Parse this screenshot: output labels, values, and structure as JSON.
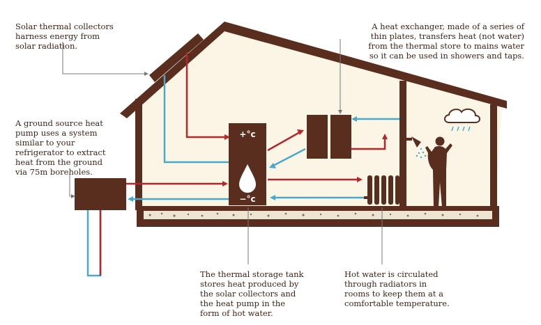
{
  "callouts": {
    "solar": [
      "Solar thermal collectors",
      "harness energy from",
      "solar radiation."
    ],
    "exchanger": [
      "A heat exchanger, made of a series of",
      "thin plates, transfers heat (not water)",
      "from the thermal store to mains water",
      "so it can be used in showers and taps."
    ],
    "heat_pump": [
      "A ground source heat",
      "pump uses a system",
      "similar to your",
      "refrigerator to extract",
      "heat from the ground",
      "via 75m boreholes."
    ],
    "storage": [
      "The thermal storage tank",
      "stores heat produced by",
      "the solar collectors and",
      "the heat pump in the",
      "form of hot water."
    ],
    "radiator": [
      "Hot water is circulated",
      "through radiators in",
      "rooms to keep them at a",
      "comfortable temperature."
    ]
  },
  "tank": {
    "hot_symbol": "+°c",
    "cold_symbol": "−°c"
  },
  "colors": {
    "structure": "#5a2e1e",
    "hot_pipe": "#b5262b",
    "cold_pipe": "#4aa8c8",
    "interior": "#fbf5e6",
    "leader": "#777777"
  }
}
